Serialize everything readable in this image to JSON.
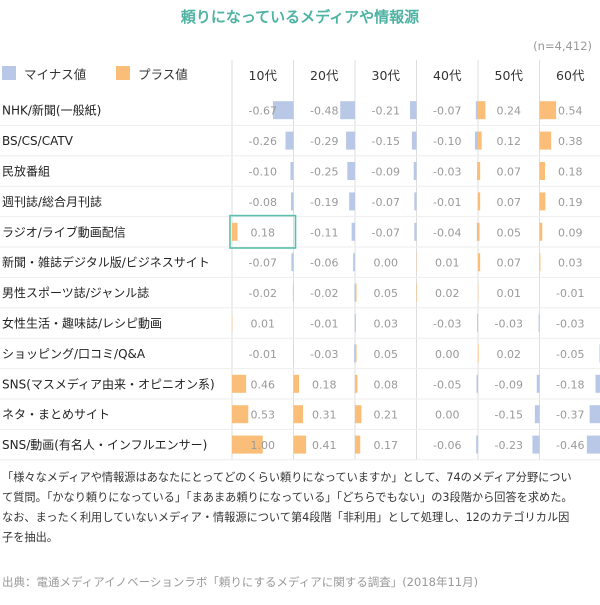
{
  "title": "頼りになっているメディアや情報源",
  "sample_size": "(n=4,412)",
  "legend": {
    "negative_label": "マイナス値",
    "positive_label": "プラス値"
  },
  "colors": {
    "negative": "#b8c8e6",
    "positive": "#fbbe78",
    "highlight_box": "#5bbfae",
    "title": "#4fb3a3"
  },
  "chart_data": {
    "type": "bar",
    "columns": [
      "10代",
      "20代",
      "30代",
      "40代",
      "50代",
      "60代"
    ],
    "categories": [
      "NHK/新聞(一般紙)",
      "BS/CS/CATV",
      "民放番組",
      "週刊誌/総合月刊誌",
      "ラジオ/ライブ動画配信",
      "新聞・雑誌デジタル版/ビジネスサイト",
      "男性スポーツ誌/ジャンル誌",
      "女性生活・趣味誌/レシピ動画",
      "ショッピング/口コミ/Q&A",
      "SNS(マスメディア由来・オピニオン系)",
      "ネタ・まとめサイト",
      "SNS/動画(有名人・インフルエンサー)"
    ],
    "values": [
      [
        -0.67,
        -0.48,
        -0.21,
        -0.07,
        0.24,
        0.54
      ],
      [
        -0.26,
        -0.29,
        -0.15,
        -0.1,
        0.12,
        0.38
      ],
      [
        -0.1,
        -0.25,
        -0.09,
        -0.03,
        0.07,
        0.18
      ],
      [
        -0.08,
        -0.19,
        -0.07,
        -0.01,
        0.07,
        0.19
      ],
      [
        0.18,
        -0.11,
        -0.07,
        -0.04,
        0.05,
        0.09
      ],
      [
        -0.07,
        -0.06,
        0.0,
        0.01,
        0.07,
        0.03
      ],
      [
        -0.02,
        -0.02,
        0.05,
        0.02,
        0.01,
        -0.01
      ],
      [
        0.01,
        -0.01,
        0.03,
        -0.03,
        -0.03,
        -0.03
      ],
      [
        -0.01,
        -0.03,
        0.05,
        0.0,
        0.02,
        -0.05
      ],
      [
        0.46,
        0.18,
        0.08,
        -0.05,
        -0.09,
        -0.18
      ],
      [
        0.53,
        0.31,
        0.21,
        0.0,
        -0.15,
        -0.37
      ],
      [
        1.0,
        0.41,
        0.17,
        -0.06,
        -0.23,
        -0.46
      ]
    ],
    "value_labels": [
      [
        "-0.67",
        "-0.48",
        "-0.21",
        "-0.07",
        "0.24",
        "0.54"
      ],
      [
        "-0.26",
        "-0.29",
        "-0.15",
        "-0.10",
        "0.12",
        "0.38"
      ],
      [
        "-0.10",
        "-0.25",
        "-0.09",
        "-0.03",
        "0.07",
        "0.18"
      ],
      [
        "-0.08",
        "-0.19",
        "-0.07",
        "-0.01",
        "0.07",
        "0.19"
      ],
      [
        "0.18",
        "-0.11",
        "-0.07",
        "-0.04",
        "0.05",
        "0.09"
      ],
      [
        "-0.07",
        "-0.06",
        "0.00",
        "0.01",
        "0.07",
        "0.03"
      ],
      [
        "-0.02",
        "-0.02",
        "0.05",
        "0.02",
        "0.01",
        "-0.01"
      ],
      [
        "0.01",
        "-0.01",
        "0.03",
        "-0.03",
        "-0.03",
        "-0.03"
      ],
      [
        "-0.01",
        "-0.03",
        "0.05",
        "0.00",
        "0.02",
        "-0.05"
      ],
      [
        "0.46",
        "0.18",
        "0.08",
        "-0.05",
        "-0.09",
        "-0.18"
      ],
      [
        "0.53",
        "0.31",
        "0.21",
        "0.00",
        "-0.15",
        "-0.37"
      ],
      [
        "1.00",
        "0.41",
        "0.17",
        "-0.06",
        "-0.23",
        "-0.46"
      ]
    ],
    "value_range": [
      -1.0,
      1.0
    ],
    "highlight": {
      "row": 4,
      "column": 0
    },
    "grid": false,
    "legend_position": "top-left"
  },
  "notes": [
    "「様々なメディアや情報源はあなたにとってどのくらい頼りになっていますか」として、74のメディア分野につい",
    "て質問。「かなり頼りになっている」「まあまあ頼りになっている」「どちらでもない」の3段階から回答を求めた。",
    "なお、まったく利用していないメディア・情報源について第4段階「非利用」として処理し、12のカテゴリカル因",
    "子を抽出。"
  ],
  "source": "出典：電通メディアイノベーションラボ「頼りにするメディアに関する調査」(2018年11月)"
}
